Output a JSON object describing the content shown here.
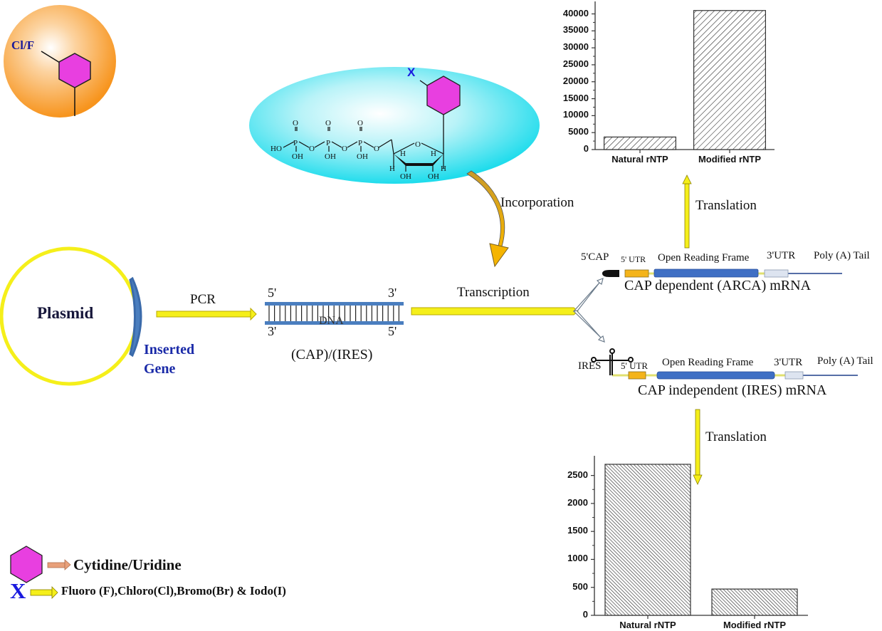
{
  "molecule_sphere": {
    "substituent_label": "Cl/F"
  },
  "nucleotide": {
    "substituent_label": "X",
    "atoms": {
      "o": "O",
      "p": "P",
      "oh": "OH",
      "ho": "HO",
      "h": "H"
    }
  },
  "plasmid": {
    "label": "Plasmid",
    "gene_label_line1": "Inserted",
    "gene_label_line2": "Gene"
  },
  "steps": {
    "pcr": "PCR",
    "transcription": "Transcription",
    "incorporation": "Incorporation",
    "translation_top": "Translation",
    "translation_bottom": "Translation"
  },
  "dna": {
    "label": "DNA",
    "caption": "(CAP)/(IRES)",
    "top_left": "5'",
    "top_right": "3'",
    "bottom_left": "3'",
    "bottom_right": "5'"
  },
  "mrna_cap": {
    "cap_label": "5'CAP",
    "utr5_label": "5' UTR",
    "orf_label": "Open Reading Frame",
    "utr3_label": "3'UTR",
    "tail_label": "Poly (A) Tail",
    "title": "CAP dependent (ARCA) mRNA"
  },
  "mrna_ires": {
    "ires_label": "IRES",
    "utr5_label": "5' UTR",
    "orf_label": "Open Reading Frame",
    "utr3_label": "3'UTR",
    "tail_label": "Poly (A) Tail",
    "title": "CAP independent (IRES) mRNA"
  },
  "legend": {
    "hexagon_label": "Cytidine/Uridine",
    "x_symbol": "X",
    "x_label": "Fluoro (F),Chloro(Cl),Bromo(Br) & Iodo(I)"
  },
  "colors": {
    "hexagon": "#e83fe0",
    "sphere": "#f7941d",
    "ellipse": "#2fe0ee",
    "arrow_yellow": "#f5ef1a",
    "dna_blue": "#4a7ebf",
    "orf_blue": "#3f6fc4",
    "utr5": "#f4b41a",
    "utr3": "#dde4f0",
    "x_blue": "#1a1adf"
  },
  "chart_data": [
    {
      "type": "bar",
      "title": "",
      "xlabel": "",
      "ylabel": "",
      "categories": [
        "Natural rNTP",
        "Modified rNTP"
      ],
      "values": [
        3700,
        41000
      ],
      "ylim": [
        0,
        42000
      ],
      "yticks": [
        0,
        5000,
        10000,
        15000,
        20000,
        25000,
        30000,
        35000,
        40000
      ],
      "pattern": "hatch-backslash",
      "context": "CAP dependent (ARCA) mRNA translation"
    },
    {
      "type": "bar",
      "title": "",
      "xlabel": "",
      "ylabel": "",
      "categories": [
        "Natural rNTP",
        "Modified rNTP"
      ],
      "values": [
        2700,
        470
      ],
      "ylim": [
        0,
        2750
      ],
      "yticks": [
        0,
        500,
        1000,
        1500,
        2000,
        2500
      ],
      "pattern": "hatch-slash-dense",
      "context": "CAP independent (IRES) mRNA translation"
    }
  ]
}
